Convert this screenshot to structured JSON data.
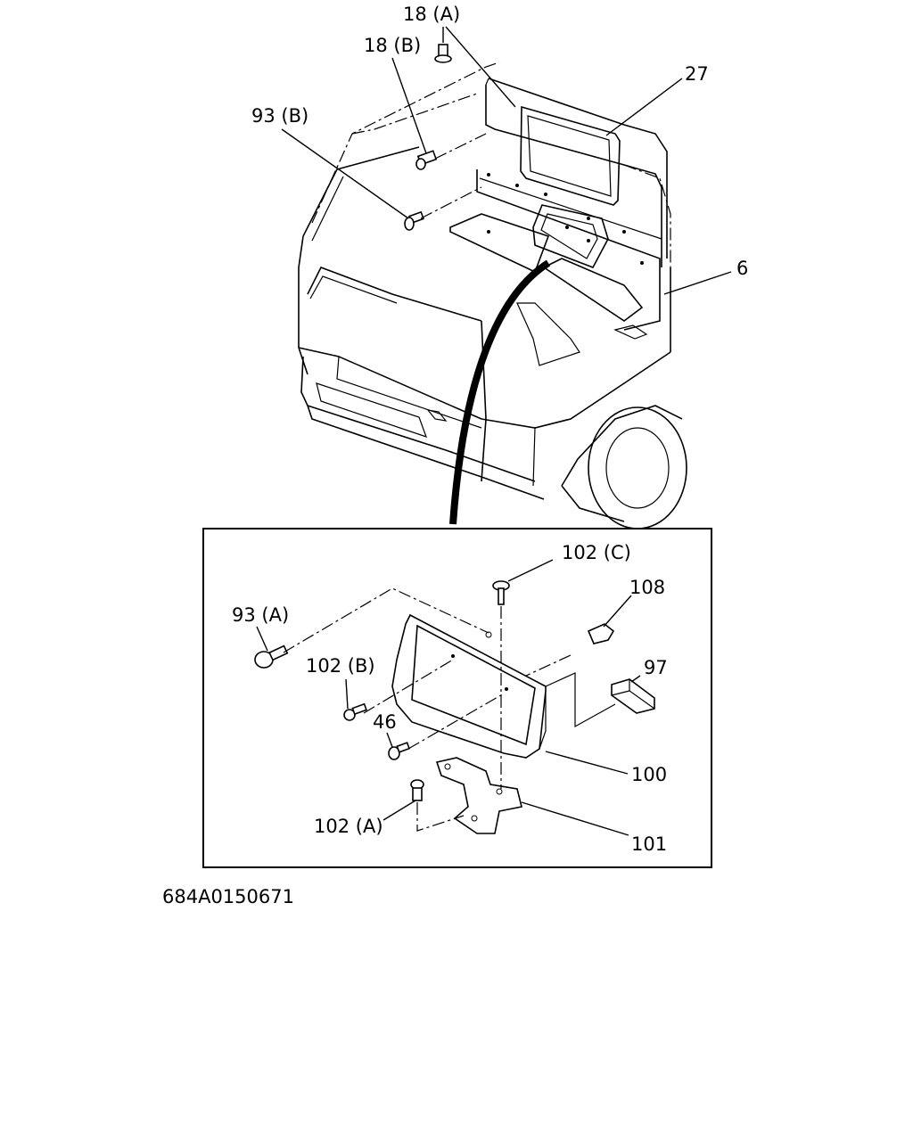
{
  "callouts": {
    "p18a": "18 (A)",
    "p18b": "18 (B)",
    "p27": "27",
    "p93b": "93 (B)",
    "p6": "6",
    "p102c": "102 (C)",
    "p108": "108",
    "p93a": "93 (A)",
    "p97": "97",
    "p102b": "102 (B)",
    "p46": "46",
    "p100": "100",
    "p102a": "102 (A)",
    "p101": "101"
  },
  "drawing_number": "684A0150671"
}
